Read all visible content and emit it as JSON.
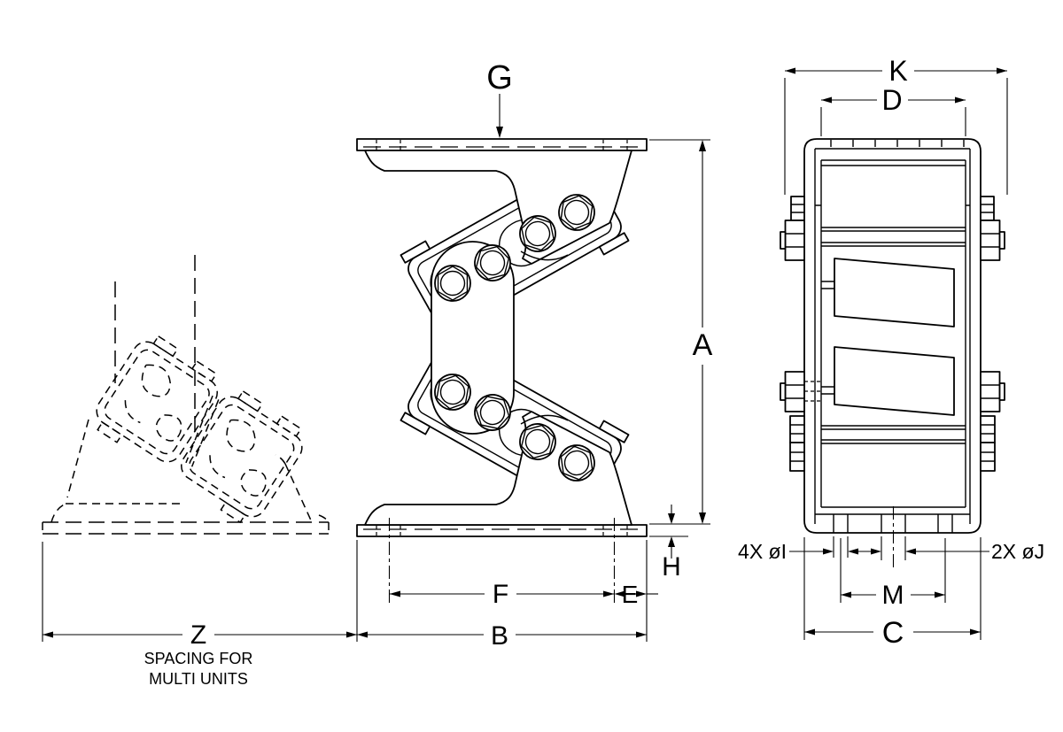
{
  "drawing": {
    "type": "technical-drawing",
    "colors": {
      "background": "#ffffff",
      "line": "#000000"
    },
    "dimension_labels": {
      "g": "G",
      "a": "A",
      "h": "H",
      "f": "F",
      "e": "E",
      "b": "B",
      "z": "Z",
      "k": "K",
      "d": "D",
      "m": "M",
      "c": "C"
    },
    "hole_callouts": {
      "i": "4X øI",
      "j": "2X øJ"
    },
    "notes": {
      "z_note_line1": "SPACING FOR",
      "z_note_line2": "MULTI UNITS"
    }
  }
}
